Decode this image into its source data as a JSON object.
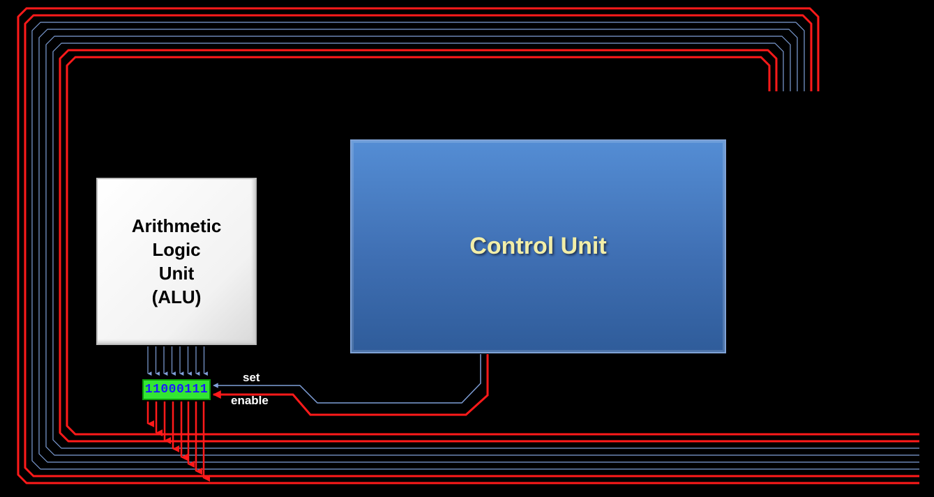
{
  "diagram": {
    "alu": {
      "lines": [
        "Arithmetic",
        "Logic",
        "Unit",
        "(ALU)"
      ]
    },
    "control_unit": {
      "label": "Control Unit"
    },
    "register": {
      "value": "11000111"
    },
    "signals": {
      "set": "set",
      "enable": "enable"
    }
  },
  "colors": {
    "background": "#000000",
    "red_wire": "#ff1a1a",
    "blue_wire": "#7f9fd8",
    "register_fill": "#33e633",
    "register_text": "#1a1aff",
    "control_unit_fill": "#4a7cc4",
    "control_unit_text": "#f2eea8"
  }
}
